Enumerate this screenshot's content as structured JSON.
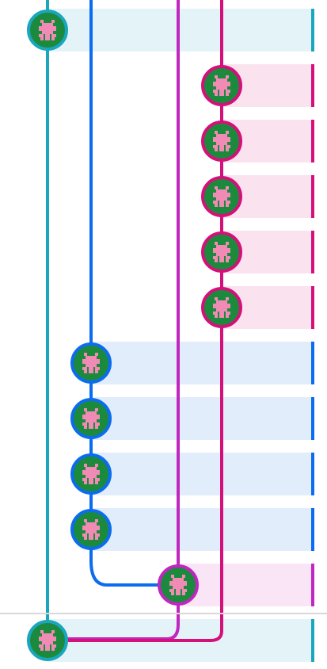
{
  "colors": {
    "teal": "#1aa6bc",
    "blue": "#0b6cf0",
    "violet": "#c026c0",
    "magenta": "#d4107a",
    "row_teal": "#e4f3f8",
    "row_blue": "#e2edfb",
    "row_violet": "#f9e5f5",
    "row_magenta": "#fae3ee",
    "avatar_bg": "#1c8a3c",
    "avatar_fg": "#f28ab6"
  },
  "lanes": [
    "teal",
    "blue",
    "violet",
    "magenta"
  ],
  "commits": [
    {
      "lane": 0,
      "color": "teal",
      "icon": "identicon-avatar-icon"
    },
    {
      "lane": 3,
      "color": "magenta",
      "icon": "identicon-avatar-icon"
    },
    {
      "lane": 3,
      "color": "magenta",
      "icon": "identicon-avatar-icon"
    },
    {
      "lane": 3,
      "color": "magenta",
      "icon": "identicon-avatar-icon"
    },
    {
      "lane": 3,
      "color": "magenta",
      "icon": "identicon-avatar-icon"
    },
    {
      "lane": 3,
      "color": "magenta",
      "icon": "identicon-avatar-icon"
    },
    {
      "lane": 1,
      "color": "blue",
      "icon": "identicon-avatar-icon"
    },
    {
      "lane": 1,
      "color": "blue",
      "icon": "identicon-avatar-icon"
    },
    {
      "lane": 1,
      "color": "blue",
      "icon": "identicon-avatar-icon"
    },
    {
      "lane": 1,
      "color": "blue",
      "icon": "identicon-avatar-icon"
    },
    {
      "lane": 2,
      "color": "violet",
      "icon": "identicon-avatar-icon"
    },
    {
      "lane": 0,
      "color": "teal",
      "icon": "identicon-avatar-icon"
    }
  ]
}
